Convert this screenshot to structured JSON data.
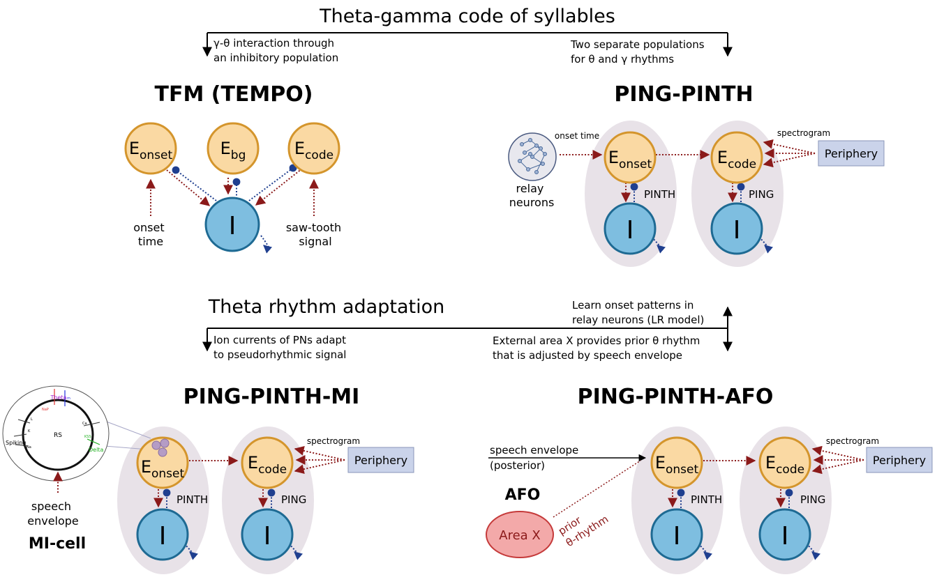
{
  "title_top": "Theta-gamma code of syllables",
  "branch_top_left": [
    "γ-θ interaction through",
    "an inhibitory population"
  ],
  "branch_top_right": [
    "Two separate populations",
    "for θ and γ rhythms"
  ],
  "title_mid": "Theta rhythm adaptation",
  "branch_mid_left": [
    "Ion currents of PNs adapt",
    "to pseudorhythmic signal"
  ],
  "branch_mid_right_up": [
    "Learn onset patterns in",
    "relay neurons (LR model)"
  ],
  "branch_mid_right_down": [
    "External area X provides prior θ rhythm",
    "that is adjusted by speech envelope"
  ],
  "models": {
    "tfm": {
      "title": "TFM (TEMPO)",
      "onset_input": [
        "onset",
        "time"
      ],
      "sawtooth_input": [
        "saw-tooth",
        "signal"
      ]
    },
    "ping_pinth": {
      "title": "PING-PINTH",
      "onset_time": "onset time",
      "relay": [
        "relay",
        "neurons"
      ],
      "spectrogram": "spectrogram",
      "periphery": "Periphery",
      "pinth": "PINTH",
      "ping": "PING"
    },
    "ping_pinth_mi": {
      "title": "PING-PINTH-MI",
      "spectrogram": "spectrogram",
      "periphery": "Periphery",
      "pinth": "PINTH",
      "ping": "PING",
      "speech": [
        "speech",
        "envelope"
      ],
      "mi_cell": "MI-cell",
      "inset": {
        "center": "RS",
        "theta": "Theta",
        "spiking": "Spiking",
        "delta": "Delta",
        "nap": "NaP",
        "m": "m",
        "ca": "Ca",
        "kss": "KSS",
        "k": "K",
        "l": "L",
        "na": "Na"
      }
    },
    "ping_pinth_afo": {
      "title": "PING-PINTH-AFO",
      "speech": "speech envelope",
      "posterior": "(posterior)",
      "afo": "AFO",
      "area_x": "Area X",
      "prior": [
        "prior",
        "θ-rhythm"
      ],
      "spectrogram": "spectrogram",
      "periphery": "Periphery",
      "pinth": "PINTH",
      "ping": "PING"
    }
  },
  "nodes": {
    "E": "E",
    "onset": "onset",
    "bg": "bg",
    "code": "code",
    "I": "I"
  },
  "colors": {
    "excitatory_fill": "#FAD9A3",
    "excitatory_stroke": "#D4952C",
    "inhibitory_fill": "#7EBEE0",
    "inhibitory_stroke": "#1E6A93",
    "group_fill": "#E8E2E8",
    "periphery_fill": "#CAD3EA",
    "area_x_fill": "#F3A9A9",
    "excitatory_link": "#8B1A1A",
    "inhibitory_link": "#1F3F8F"
  }
}
